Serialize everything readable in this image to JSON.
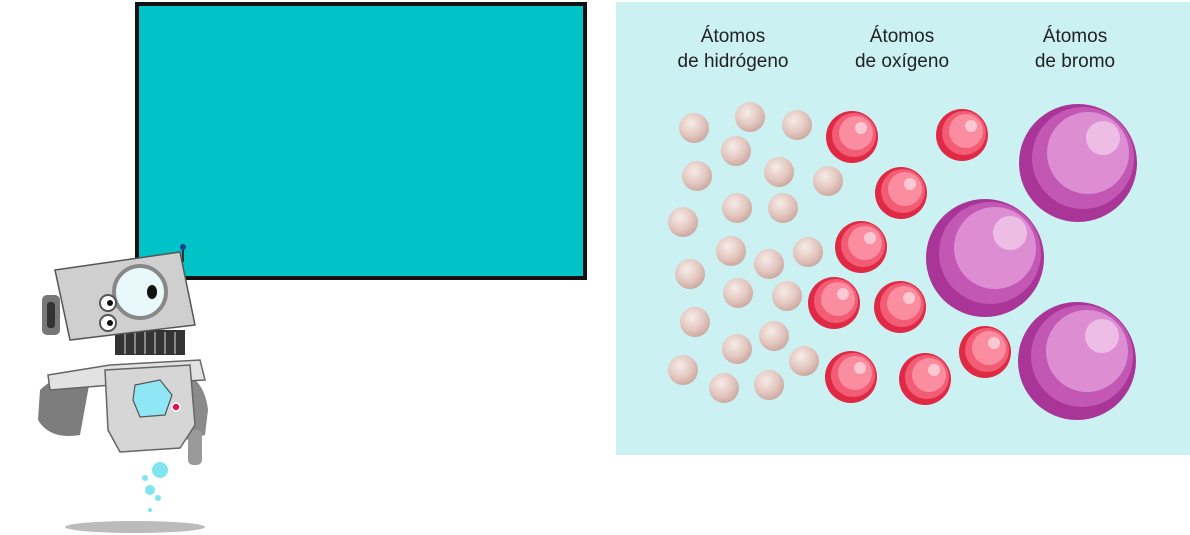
{
  "labels": {
    "hydrogen": [
      "Átomos",
      "de hidrógeno"
    ],
    "oxygen": [
      "Átomos",
      "de oxígeno"
    ],
    "bromine": [
      "Átomos",
      "de bromo"
    ]
  },
  "colors": {
    "screen": "#00c3c8",
    "panel": "#cbf1f2",
    "hydrogen": "#e2c6bf",
    "oxygen": "#ec3a55",
    "bromine": "#b543a6"
  },
  "counts": {
    "hydrogen": 23,
    "oxygen": 9,
    "bromine": 3
  }
}
